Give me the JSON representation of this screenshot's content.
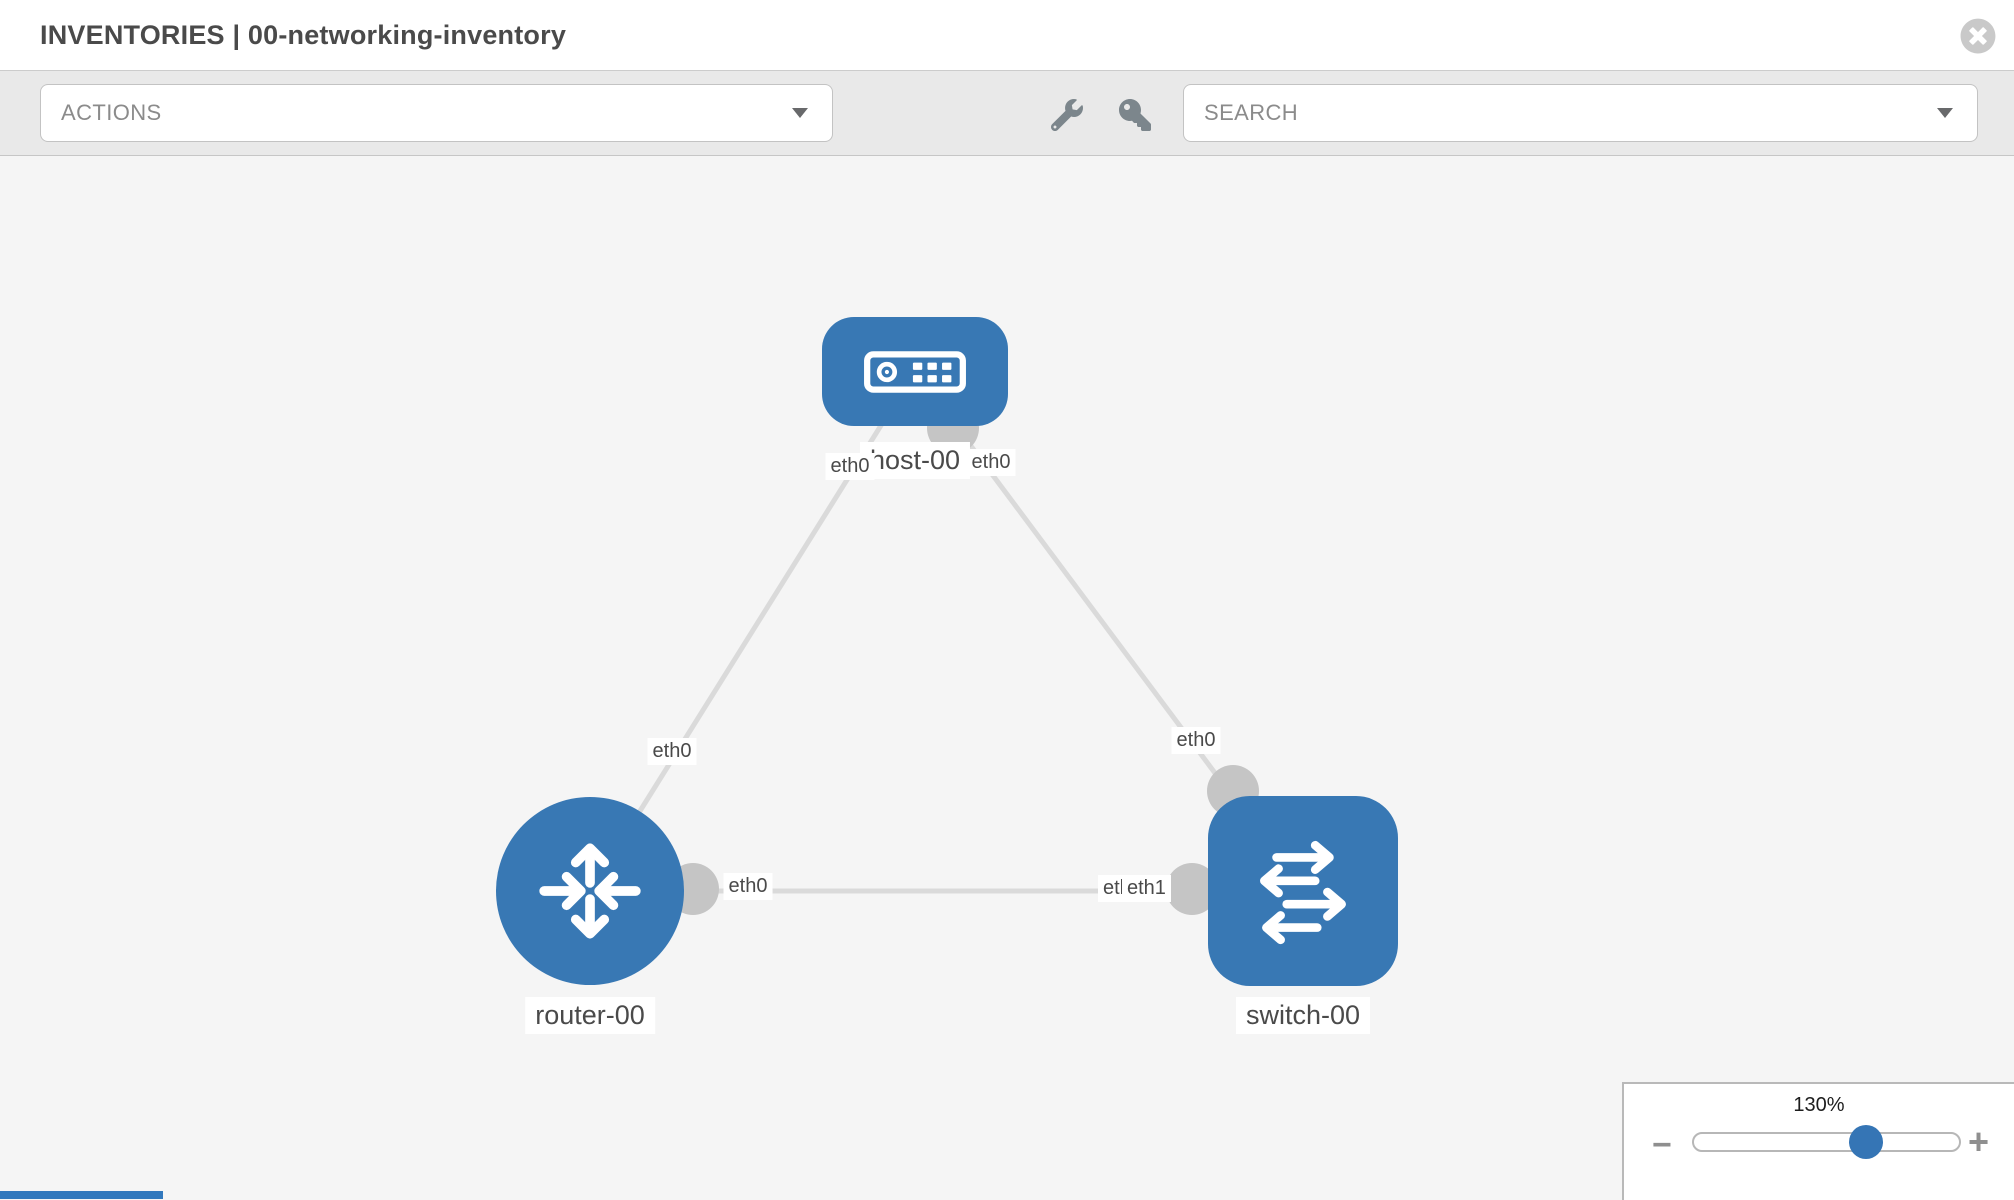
{
  "header": {
    "title": "INVENTORIES | 00-networking-inventory"
  },
  "toolbar": {
    "actions_label": "ACTIONS",
    "search_placeholder": "SEARCH",
    "icons": [
      "wrench-icon",
      "key-icon"
    ]
  },
  "diagram": {
    "nodes": [
      {
        "id": "host-00",
        "type": "host"
      },
      {
        "id": "router-00",
        "type": "router"
      },
      {
        "id": "switch-00",
        "type": "switch"
      }
    ],
    "links": [
      {
        "from": "host-00",
        "from_port": "eth0",
        "to": "router-00",
        "to_port": "eth0"
      },
      {
        "from": "host-00",
        "from_port": "eth0",
        "to": "switch-00",
        "to_port": "eth0"
      },
      {
        "from": "router-00",
        "from_port": "eth0",
        "to": "switch-00",
        "to_port": "eth1"
      }
    ],
    "switch_left_overlap": [
      "eth0",
      "eth1"
    ]
  },
  "zoom_control": {
    "level": "130%",
    "zoom_out": "−",
    "zoom_in": "+"
  },
  "colors": {
    "node_blue": "#3878b4",
    "connector_gray": "#c5c5c5",
    "edge_gray": "#dadada",
    "toolbar_bg": "#e9e9e9",
    "canvas_bg": "#f5f5f5",
    "icon_gray": "#7c868c",
    "slider_thumb_blue": "#3575b5"
  }
}
